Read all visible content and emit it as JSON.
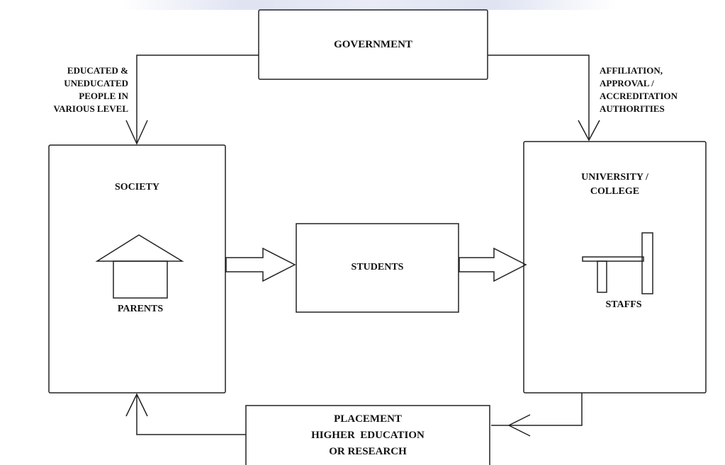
{
  "nodes": {
    "government": "GOVERNMENT",
    "society": "SOCIETY",
    "parents": "PARENTS",
    "students": "STUDENTS",
    "university_lines": [
      "UNIVERSITY /",
      "COLLEGE"
    ],
    "staffs": "STAFFS",
    "placement_lines": [
      "PLACEMENT",
      "HIGHER  EDUCATION",
      "OR RESEARCH"
    ]
  },
  "edges": {
    "gov_to_society_lines": [
      "EDUCATED &",
      "UNEDUCATED",
      "PEOPLE IN",
      "VARIOUS LEVEL"
    ],
    "gov_to_university_lines": [
      "AFFILIATION,",
      "APPROVAL /",
      "ACCREDITATION",
      "AUTHORITIES"
    ]
  },
  "icons": {
    "society": "house-icon",
    "university": "desk-icon"
  },
  "colors": {
    "line": "#222222",
    "text": "#111111",
    "background": "#ffffff",
    "top_band": "#c9cfe8"
  }
}
